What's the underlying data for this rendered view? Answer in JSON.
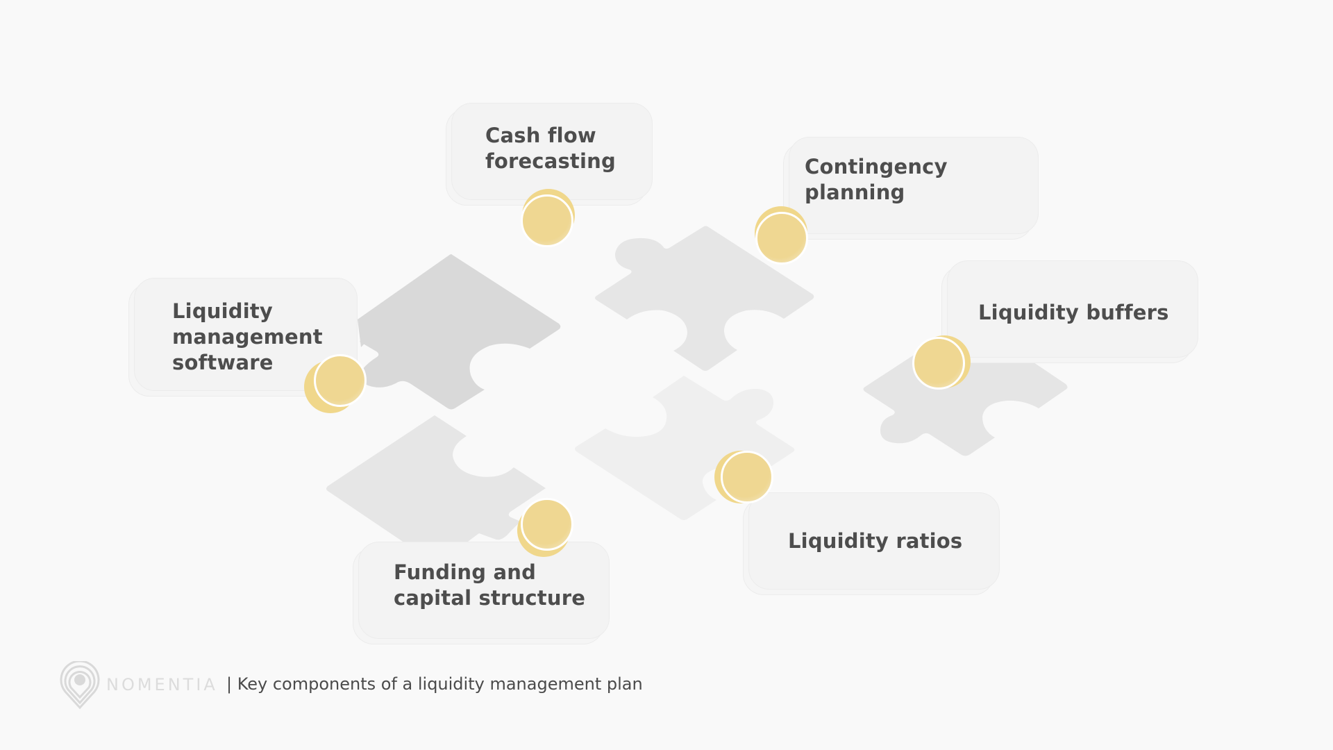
{
  "diagram": {
    "title": "Key components of a liquidity management plan",
    "components": [
      {
        "id": "cash-flow-forecasting",
        "label": "Cash flow\nforecasting"
      },
      {
        "id": "contingency-planning",
        "label": "Contingency\nplanning"
      },
      {
        "id": "liquidity-management-software",
        "label": "Liquidity\nmanagement\nsoftware"
      },
      {
        "id": "liquidity-buffers",
        "label": "Liquidity buffers"
      },
      {
        "id": "liquidity-ratios",
        "label": "Liquidity ratios"
      },
      {
        "id": "funding-and-capital-structure",
        "label": "Funding and\ncapital structure"
      }
    ],
    "colors": {
      "background": "#f9f9f9",
      "card": "#f3f3f3",
      "text": "#4d4d4d",
      "coin": "#efd792",
      "piece_dark": "#d9d9d9",
      "piece_mid": "#e6e6e6",
      "piece_light": "#efefef"
    }
  },
  "footer": {
    "brand": "NOMENTIA",
    "caption": "| Key components of a liquidity management plan",
    "logo_icon": "location-pin-icon"
  }
}
